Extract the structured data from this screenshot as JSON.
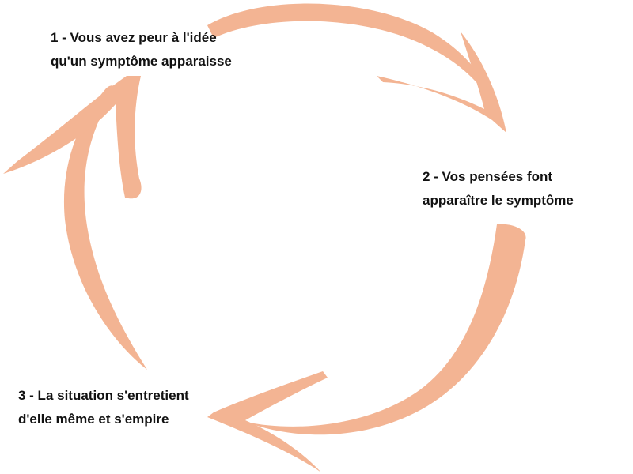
{
  "colors": {
    "arrow": "#f3b493",
    "text": "#111111",
    "background": "#ffffff"
  },
  "steps": [
    {
      "line1": "1 - Vous avez peur à l'idée",
      "line2": "qu'un symptôme apparaisse"
    },
    {
      "line1": "2 - Vos pensées font",
      "line2": "apparaître le symptôme"
    },
    {
      "line1": "3 - La situation s'entretient",
      "line2": "d'elle même et s'empire"
    }
  ]
}
